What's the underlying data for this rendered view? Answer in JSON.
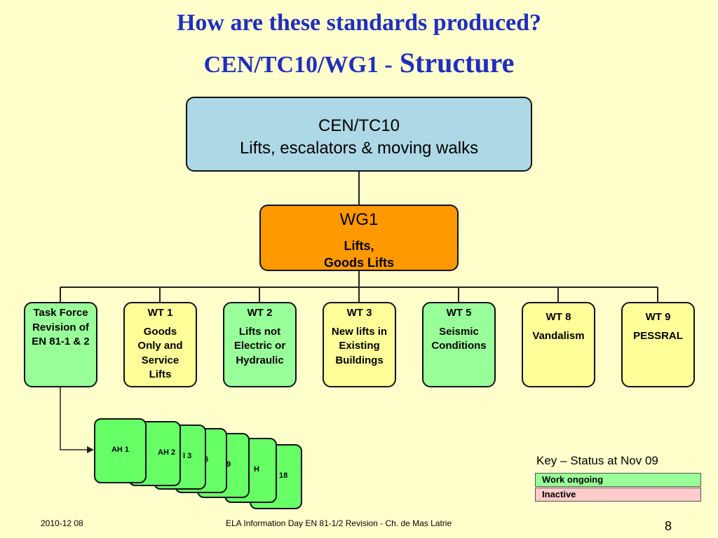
{
  "title": {
    "line1": "How are these standards produced?",
    "line2_prefix": "CEN/TC10/WG1 -",
    "line2_suffix": " Structure"
  },
  "cen": {
    "line1": "CEN/TC10",
    "line2": "Lifts, escalators & moving walks"
  },
  "wg": {
    "heading": "WG1",
    "line1": "Lifts,",
    "line2": "Goods Lifts"
  },
  "groups": [
    {
      "lines": [
        "Task Force",
        "Revision of",
        "EN 81-1 & 2"
      ],
      "status": "Work ongoing"
    },
    {
      "lines": [
        "WT 1",
        "Goods",
        "Only and",
        "Service",
        "Lifts"
      ],
      "status": "Inactive"
    },
    {
      "lines": [
        "WT 2",
        "Lifts not",
        "Electric or",
        "Hydraulic"
      ],
      "status": "Work ongoing"
    },
    {
      "lines": [
        "WT 3",
        "New lifts in",
        "Existing",
        "Buildings"
      ],
      "status": "Inactive"
    },
    {
      "lines": [
        "WT 5",
        "Seismic",
        "Conditions"
      ],
      "status": "Work ongoing"
    },
    {
      "lines": [
        "WT 8",
        "Vandalism"
      ],
      "status": "Inactive"
    },
    {
      "lines": [
        "WT 9",
        "PESSRAL"
      ],
      "status": "Inactive"
    }
  ],
  "ah_cards": [
    "18",
    "H",
    "9",
    "6",
    "l 3",
    "AH 2",
    "AH 1"
  ],
  "key": {
    "title": "Key – Status at Nov 09",
    "items": [
      {
        "label": "Work ongoing",
        "color": "#99ff99"
      },
      {
        "label": "Inactive",
        "color": "#ffcccc"
      }
    ]
  },
  "colors": {
    "title": "#1f2ec0",
    "background": "#ffffcc",
    "cen_box": "#add8e6",
    "wg_box": "#ff9900",
    "ah_card": "#66ff66"
  },
  "footer": {
    "date": "2010-12 08",
    "center": "ELA Information Day EN 81-1/2 Revision - Ch. de Mas Latrie",
    "page": "8"
  }
}
